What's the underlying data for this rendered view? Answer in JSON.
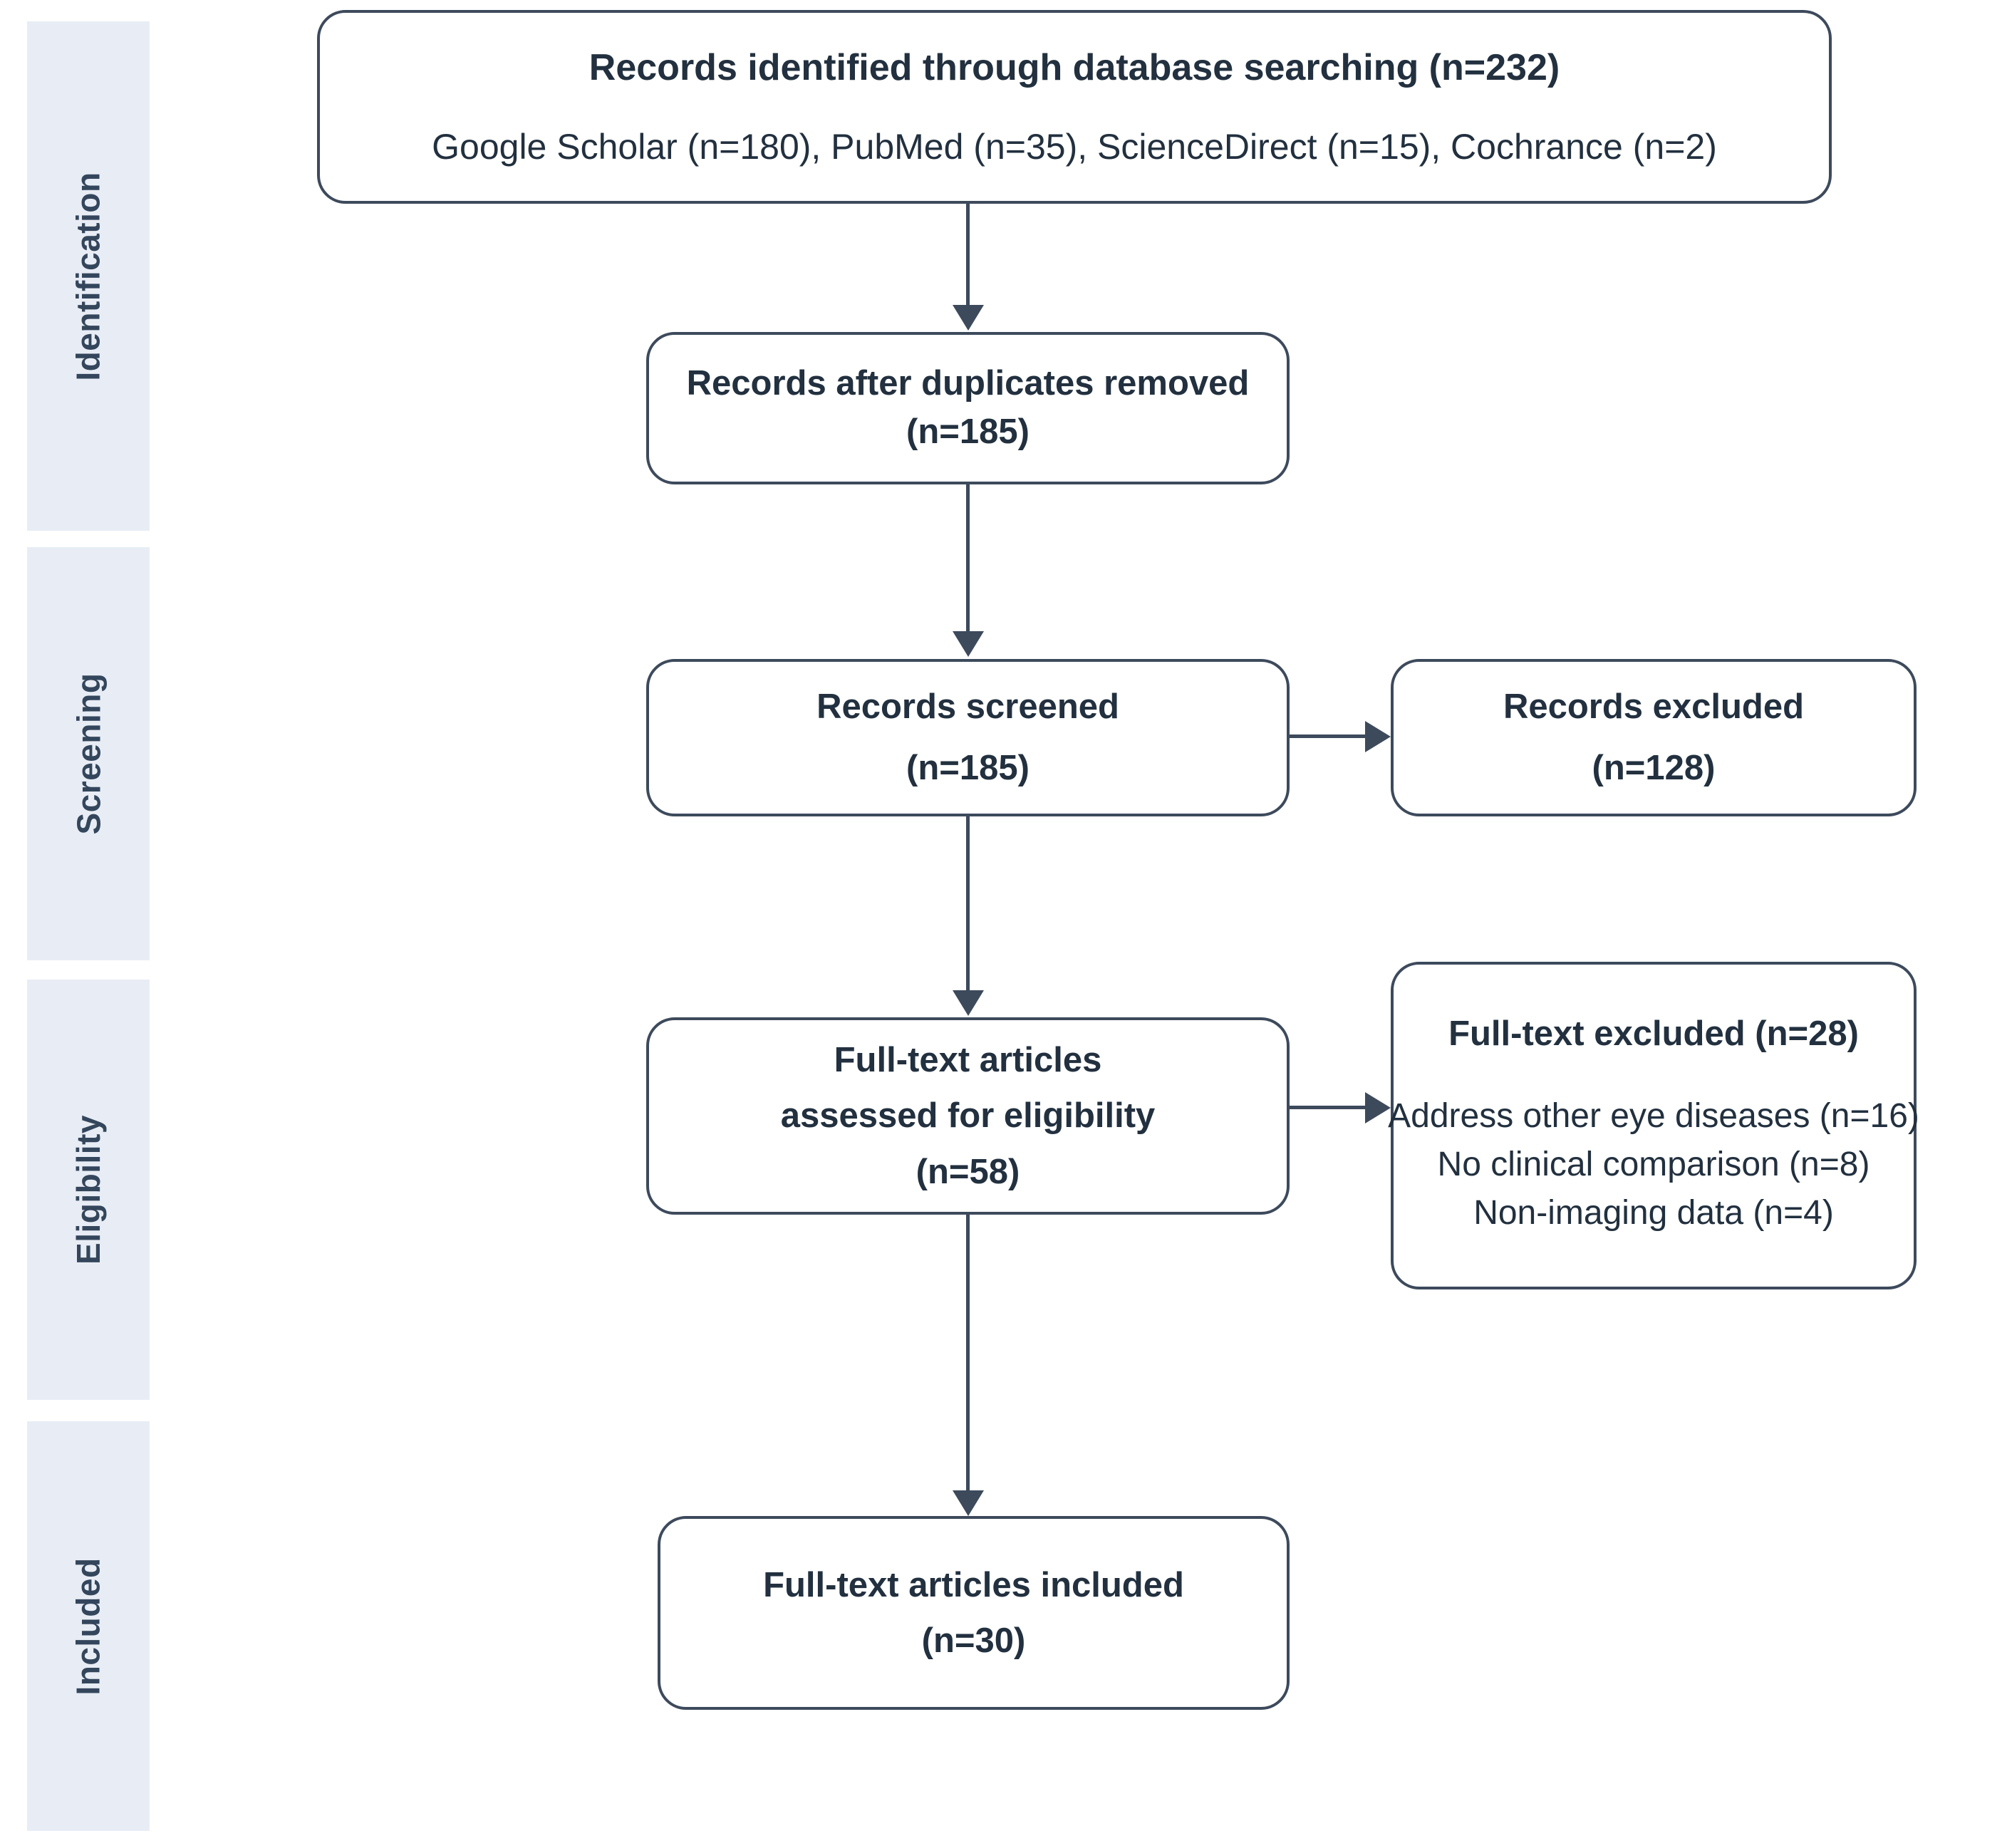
{
  "diagram": {
    "title": "PRISMA flow diagram",
    "colors": {
      "border": "#3d4a5c",
      "band_background": "#e8edf5",
      "band_text": "#34465c",
      "box_text": "#22303f",
      "page_background": "#ffffff"
    }
  },
  "phases": [
    {
      "id": "identification",
      "label": "Identification"
    },
    {
      "id": "screening",
      "label": "Screening"
    },
    {
      "id": "eligibility",
      "label": "Eligibility"
    },
    {
      "id": "included",
      "label": "Included"
    }
  ],
  "boxes": {
    "identified": {
      "heading": "Records identified through database searching (n=232)",
      "detail": "Google Scholar (n=180), PubMed (n=35), ScienceDirect (n=15), Cochrance (n=2)"
    },
    "duplicates_removed": {
      "line1": "Records after duplicates removed",
      "line2": "(n=185)"
    },
    "screened": {
      "line1": "Records screened",
      "line2": "(n=185)"
    },
    "records_excluded": {
      "line1": "Records excluded",
      "line2": "(n=128)"
    },
    "eligibility_assessed": {
      "line1": "Full-text articles",
      "line2": "assessed for eligibility",
      "line3": "(n=58)"
    },
    "fulltext_excluded": {
      "heading": "Full-text excluded (n=28)",
      "reason1": "Address other eye diseases (n=16)",
      "reason2": "No clinical comparison (n=8)",
      "reason3": "Non-imaging data (n=4)"
    },
    "included": {
      "line1": "Full-text articles included",
      "line2": "(n=30)"
    }
  },
  "chart_data": {
    "type": "diagram",
    "title": "PRISMA flow diagram",
    "nodes": [
      {
        "id": "identified",
        "stage": "Identification",
        "label": "Records identified through database searching",
        "n": 232,
        "sources": [
          {
            "name": "Google Scholar",
            "n": 180
          },
          {
            "name": "PubMed",
            "n": 35
          },
          {
            "name": "ScienceDirect",
            "n": 15
          },
          {
            "name": "Cochrance",
            "n": 2
          }
        ]
      },
      {
        "id": "duplicates_removed",
        "stage": "Identification",
        "label": "Records after duplicates removed",
        "n": 185
      },
      {
        "id": "screened",
        "stage": "Screening",
        "label": "Records screened",
        "n": 185
      },
      {
        "id": "records_excluded",
        "stage": "Screening",
        "label": "Records excluded",
        "n": 128
      },
      {
        "id": "eligibility_assessed",
        "stage": "Eligibility",
        "label": "Full-text articles assessed for eligibility",
        "n": 58
      },
      {
        "id": "fulltext_excluded",
        "stage": "Eligibility",
        "label": "Full-text excluded",
        "n": 28,
        "reasons": [
          {
            "name": "Address other eye diseases",
            "n": 16
          },
          {
            "name": "No clinical comparison",
            "n": 8
          },
          {
            "name": "Non-imaging data",
            "n": 4
          }
        ]
      },
      {
        "id": "included",
        "stage": "Included",
        "label": "Full-text articles included",
        "n": 30
      }
    ],
    "edges": [
      {
        "from": "identified",
        "to": "duplicates_removed",
        "direction": "down"
      },
      {
        "from": "duplicates_removed",
        "to": "screened",
        "direction": "down"
      },
      {
        "from": "screened",
        "to": "records_excluded",
        "direction": "right"
      },
      {
        "from": "screened",
        "to": "eligibility_assessed",
        "direction": "down"
      },
      {
        "from": "eligibility_assessed",
        "to": "fulltext_excluded",
        "direction": "right"
      },
      {
        "from": "eligibility_assessed",
        "to": "included",
        "direction": "down"
      }
    ]
  }
}
